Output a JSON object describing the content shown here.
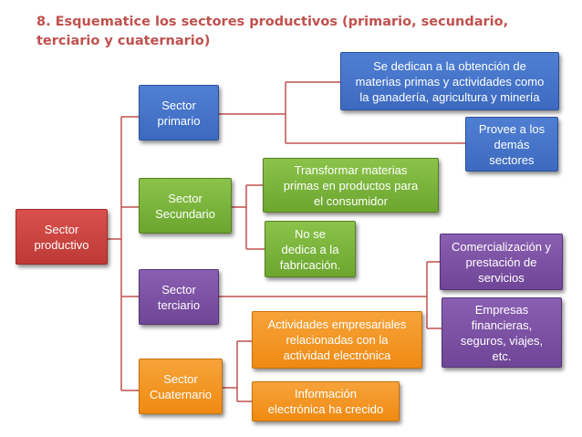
{
  "title": "8. Esquematice los sectores productivos (primario, secundario,\nterciario y cuaternario)",
  "colors": {
    "title": "#C0504D",
    "red": "#C0504D",
    "blue": "#4472C4",
    "green": "#7AB440",
    "purple": "#7B4FA3",
    "orange": "#F39719"
  },
  "root": {
    "label": "Sector\nproductivo"
  },
  "sectors": {
    "primario": {
      "label": "Sector\nprimario"
    },
    "secundario": {
      "label": "Sector\nSecundario"
    },
    "terciario": {
      "label": "Sector\nterciario"
    },
    "cuaternario": {
      "label": "Sector\nCuaternario"
    }
  },
  "details": {
    "primario_1": "Se dedican a la obtención de\nmaterias primas y actividades como\nla ganadería, agricultura y minería",
    "primario_2": "Provee a los\ndemás\nsectores",
    "secundario_1": "Transformar materias\nprimas en productos para\nel consumidor",
    "secundario_2": "No se\ndedica a la\nfabricación.",
    "terciario_1": "Comercialización y\nprestación de\nservicios",
    "terciario_2": "Empresas\nfinancieras,\nseguros, viajes,\netc.",
    "cuaternario_1": "Actividades empresariales\nrelacionadas con la\nactividad electrónica",
    "cuaternario_2": "Información\nelectrónica ha crecido"
  }
}
